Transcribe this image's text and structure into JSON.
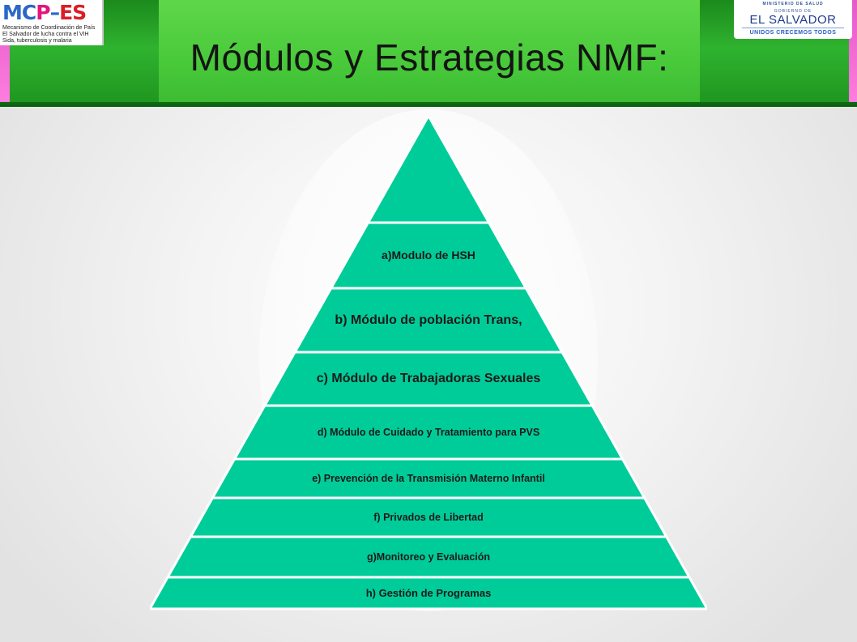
{
  "slide": {
    "title": "Módulos y Estrategias NMF:"
  },
  "logo_left": {
    "text_parts": [
      "MC",
      "P",
      "–",
      "ES"
    ],
    "tagline": "Mecanismo de Coordinación de País El Salvador de lucha contra el VIH Sida, tuberculosis y malaria"
  },
  "logo_right": {
    "ministry": "MINISTERIO DE SALUD",
    "government": "GOBIERNO DE",
    "country": "EL SALVADOR",
    "slogan": "UNIDOS CRECEMOS TODOS"
  },
  "pyramid": {
    "fill_color": "#00cc99",
    "border_color": "#ffffff",
    "tiers": [
      {
        "label": ""
      },
      {
        "label": "a)Modulo de HSH"
      },
      {
        "label": "b) Módulo de población Trans,"
      },
      {
        "label": "c) Módulo de Trabajadoras Sexuales"
      },
      {
        "label": "d) Módulo de Cuidado y Tratamiento para PVS"
      },
      {
        "label": "e) Prevención de la Transmisión Materno Infantil"
      },
      {
        "label": "f) Privados de Libertad"
      },
      {
        "label": "g)Monitoreo y Evaluación"
      },
      {
        "label": "h) Gestión de Programas"
      }
    ]
  }
}
